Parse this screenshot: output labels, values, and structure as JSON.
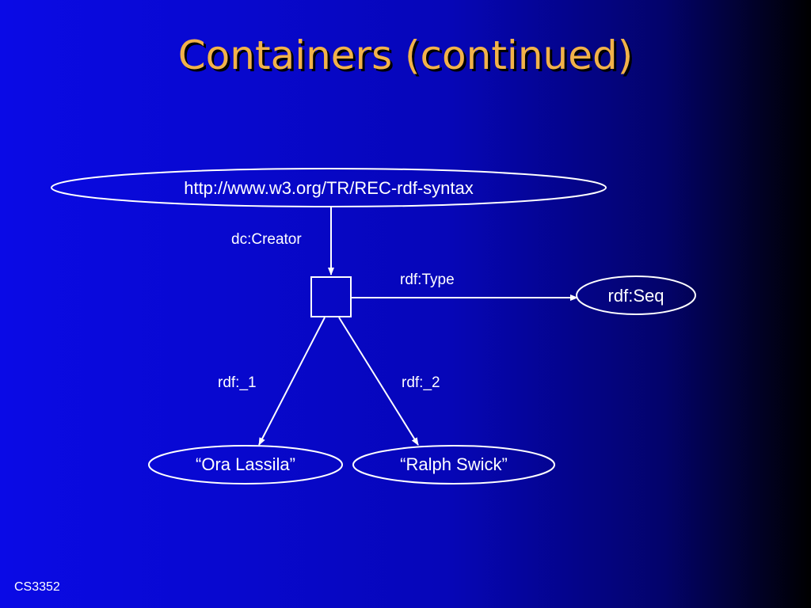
{
  "slide": {
    "title": "Containers (continued)",
    "footer": "CS3352"
  },
  "colors": {
    "title": "#f2b24a",
    "lines": "#ffffff",
    "text": "#ffffff"
  },
  "diagram": {
    "nodes": {
      "resource": "http://www.w3.org/TR/REC-rdf-syntax",
      "seq_type": "rdf:Seq",
      "member_1": "“Ora Lassila”",
      "member_2": "“Ralph Swick”"
    },
    "edges": {
      "creator": "dc:Creator",
      "type": "rdf:Type",
      "item_1": "rdf:_1",
      "item_2": "rdf:_2"
    }
  }
}
